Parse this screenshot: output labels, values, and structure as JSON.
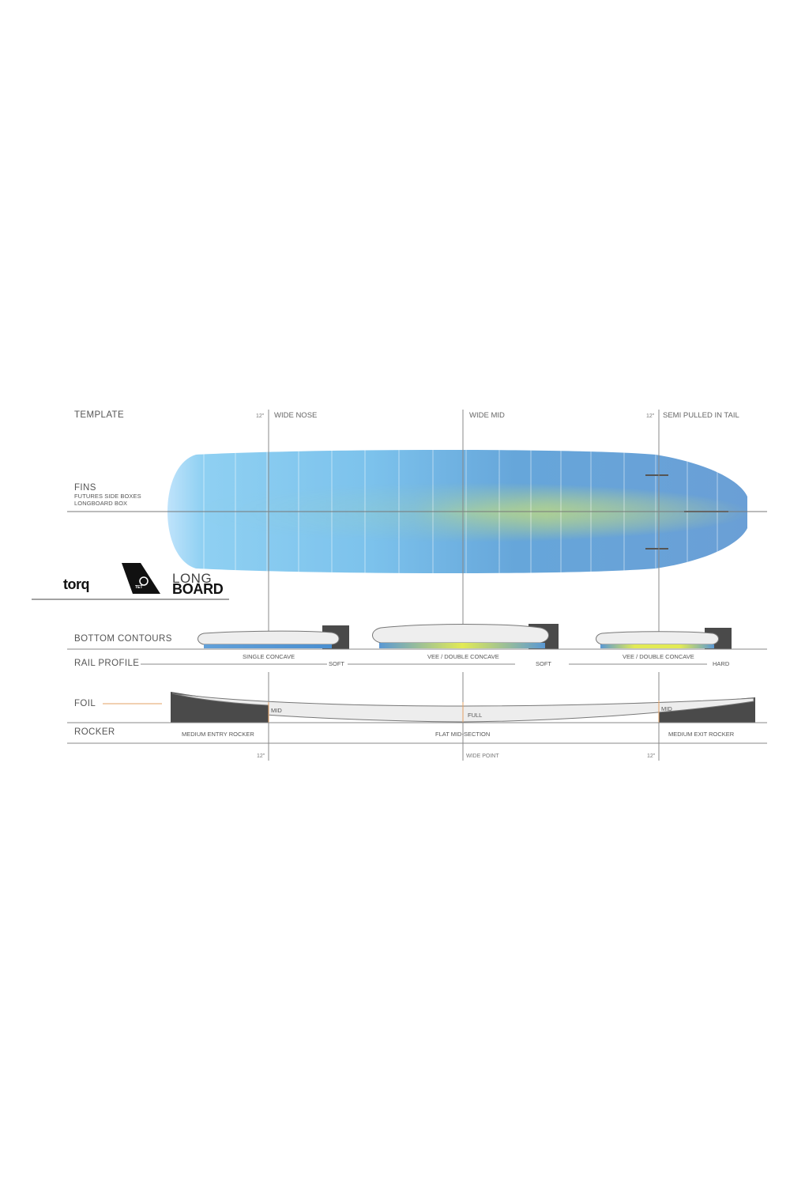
{
  "sections": {
    "template": "TEMPLATE",
    "fins": "FINS",
    "fins_detail_1": "FUTURES SIDE BOXES",
    "fins_detail_2": "LONGBOARD BOX",
    "bottom_contours": "BOTTOM  CONTOURS",
    "rail_profile": "RAIL PROFILE",
    "foil": "FOIL",
    "rocker": "ROCKER"
  },
  "template_marks": {
    "nose_dist": "12\"",
    "nose": "WIDE NOSE",
    "mid": "WIDE MID",
    "tail_dist": "12\"",
    "tail": "SEMI PULLED IN TAIL"
  },
  "bottom_contours": {
    "nose": "SINGLE CONCAVE",
    "mid": "VEE / DOUBLE CONCAVE",
    "tail": "VEE / DOUBLE CONCAVE"
  },
  "rail_profile": {
    "nose": "SOFT",
    "mid": "SOFT",
    "tail": "HARD"
  },
  "foil": {
    "nose": "MID",
    "mid": "FULL",
    "tail": "MID"
  },
  "rocker": {
    "entry": "MEDIUM ENTRY ROCKER",
    "mid": "FLAT MID-SECTION",
    "exit": "MEDIUM EXIT ROCKER"
  },
  "bottom_marks": {
    "nose_dist": "12\"",
    "wide_point": "WIDE POINT",
    "tail_dist": "12\""
  },
  "branding": {
    "torq": "torq",
    "tet": "TET",
    "long": "LONG",
    "board": "BOARD"
  },
  "colors": {
    "board_blue": "#62a0d8",
    "board_light_blue": "#8fd0f2",
    "board_yellow": "#e8f25a",
    "foil_accent": "#e3a063",
    "block_dark": "#4a4a4a",
    "line_gray": "#888888"
  }
}
